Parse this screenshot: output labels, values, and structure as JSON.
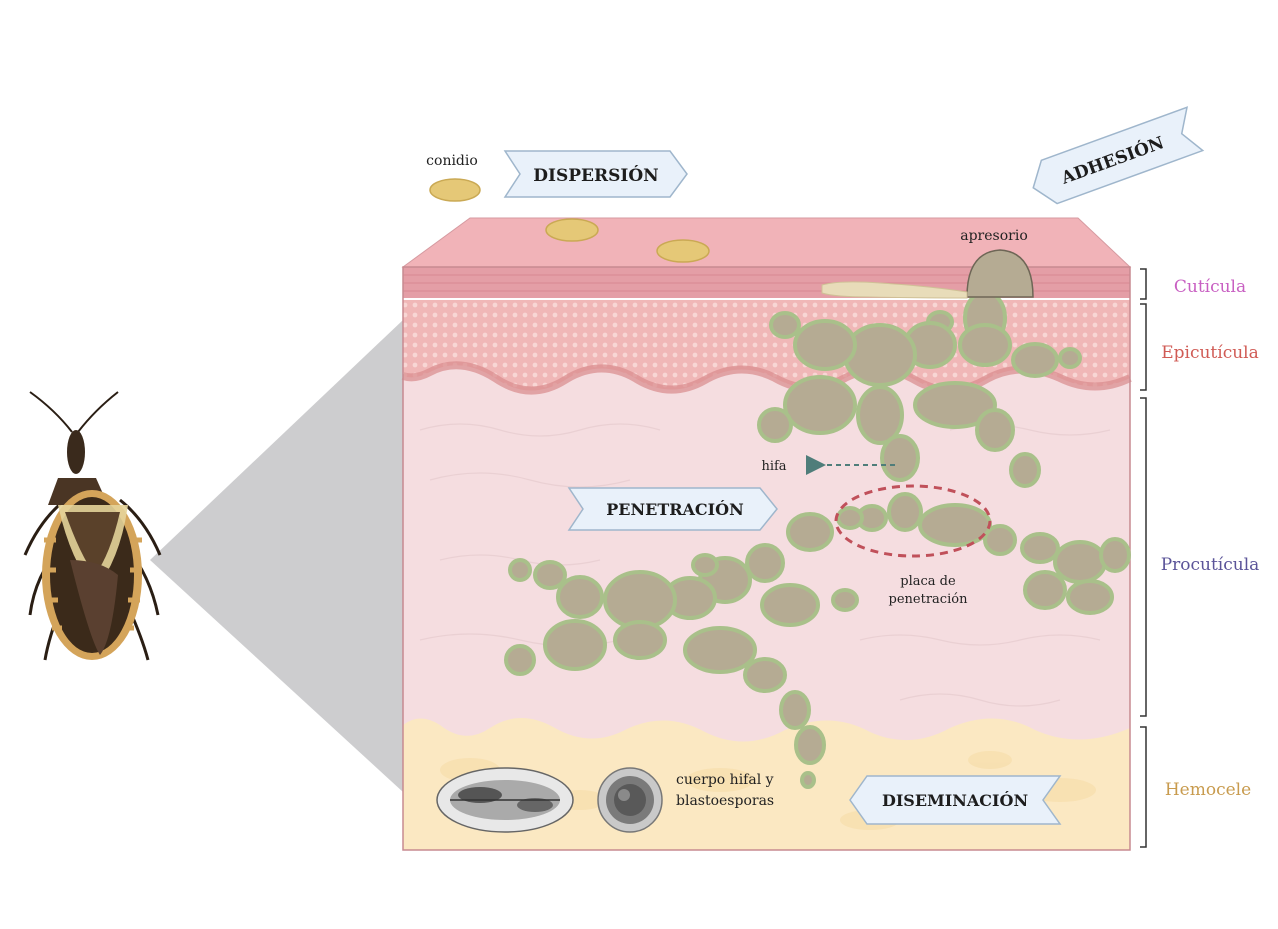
{
  "labels": {
    "conidio": "conidio",
    "dispersion": "DISPERSIÓN",
    "adhesion": "ADHESIÓN",
    "apresorio": "apresorio",
    "hifa": "hifa",
    "penetracion": "PENETRACIÓN",
    "placa_line1": "placa de",
    "placa_line2": "penetración",
    "cuerpo_line1": "cuerpo hifal y",
    "cuerpo_line2": "blastoesporas",
    "diseminacion": "DISEMINACIÓN"
  },
  "layers": {
    "cuticula": "Cutícula",
    "epicuticula": "Epicutícula",
    "procuticula": "Procutícula",
    "hemocele": "Hemocele"
  },
  "colors": {
    "cuticula": "#c85fc2",
    "epicuticula": "#d05b55",
    "procuticula": "#5b5499",
    "hemocele": "#c89b4e",
    "fungus_fill": "#b5ab93",
    "fungus_outline": "#a9c08a",
    "conidium": "#e5c877",
    "arrow_fill": "#e9f1fa",
    "arrow_stroke": "#9fb6cc",
    "dashed_ellipse": "#c0505a",
    "hifa_arrow": "#4f7d7a"
  }
}
